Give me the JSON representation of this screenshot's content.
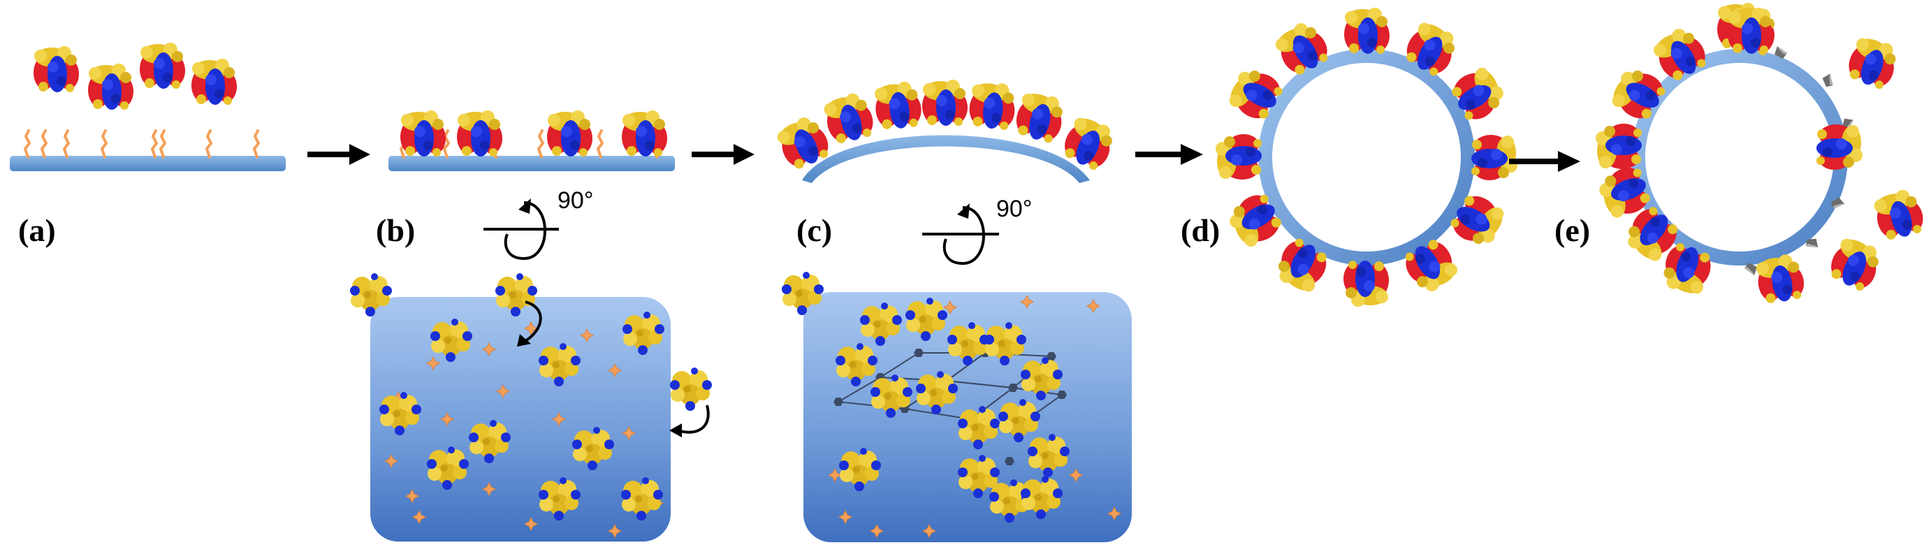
{
  "panels": {
    "a": {
      "label": "(a)"
    },
    "b": {
      "label": "(b)"
    },
    "c": {
      "label": "(c)"
    },
    "d": {
      "label": "(d)"
    },
    "e": {
      "label": "(e)"
    }
  },
  "rotation_b": {
    "label": "90°"
  },
  "rotation_c": {
    "label": "90°"
  },
  "colors": {
    "substrate": "#5b9bd5",
    "substrate_light": "#9dc3e6",
    "protein_red": "#e0202a",
    "protein_blue": "#1a2fd6",
    "protein_gold": "#e8c32a",
    "linker_orange": "#f4a05a",
    "lattice_node": "#3b4a66",
    "arrow": "#000000"
  },
  "icons": [
    "rotation-arrow-icon",
    "process-arrow-icon",
    "protein-complex-icon",
    "linker-icon"
  ]
}
